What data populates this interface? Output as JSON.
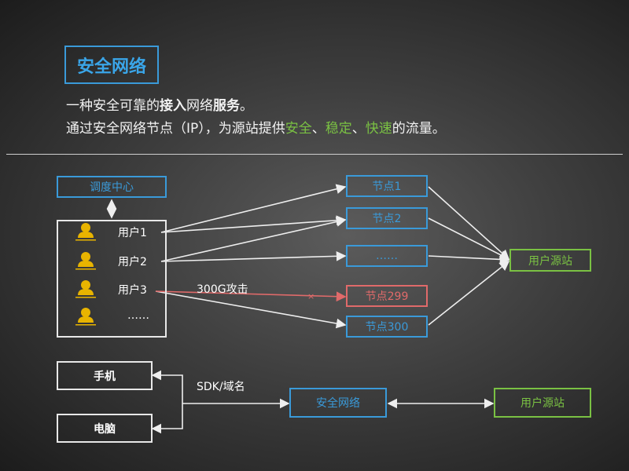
{
  "title": "安全网络",
  "description": {
    "line1": {
      "a": "一种安全可靠的",
      "b": "接入",
      "c": "网络",
      "d": "服务",
      "e": "。"
    },
    "line2": {
      "a": "通过安全网络节点（IP），为源站提供",
      "b": "安全",
      "c": "、",
      "d": "稳定",
      "e": "、",
      "f": "快速",
      "g": "的流量。"
    }
  },
  "diagram": {
    "dispatch_center": "调度中心",
    "users": [
      "用户1",
      "用户2",
      "用户3",
      "……"
    ],
    "attack_label": "300G攻击",
    "nodes": [
      "节点1",
      "节点2",
      "……",
      "节点299",
      "节点300"
    ],
    "origin": "用户源站"
  },
  "bottom": {
    "phone": "手机",
    "pc": "电脑",
    "sdk_label": "SDK/域名",
    "secure_network": "安全网络",
    "origin": "用户源站"
  },
  "colors": {
    "blue": "#3a9ad9",
    "green": "#7ac143",
    "red": "#e06a6a",
    "user_icon": "#e8b400"
  }
}
